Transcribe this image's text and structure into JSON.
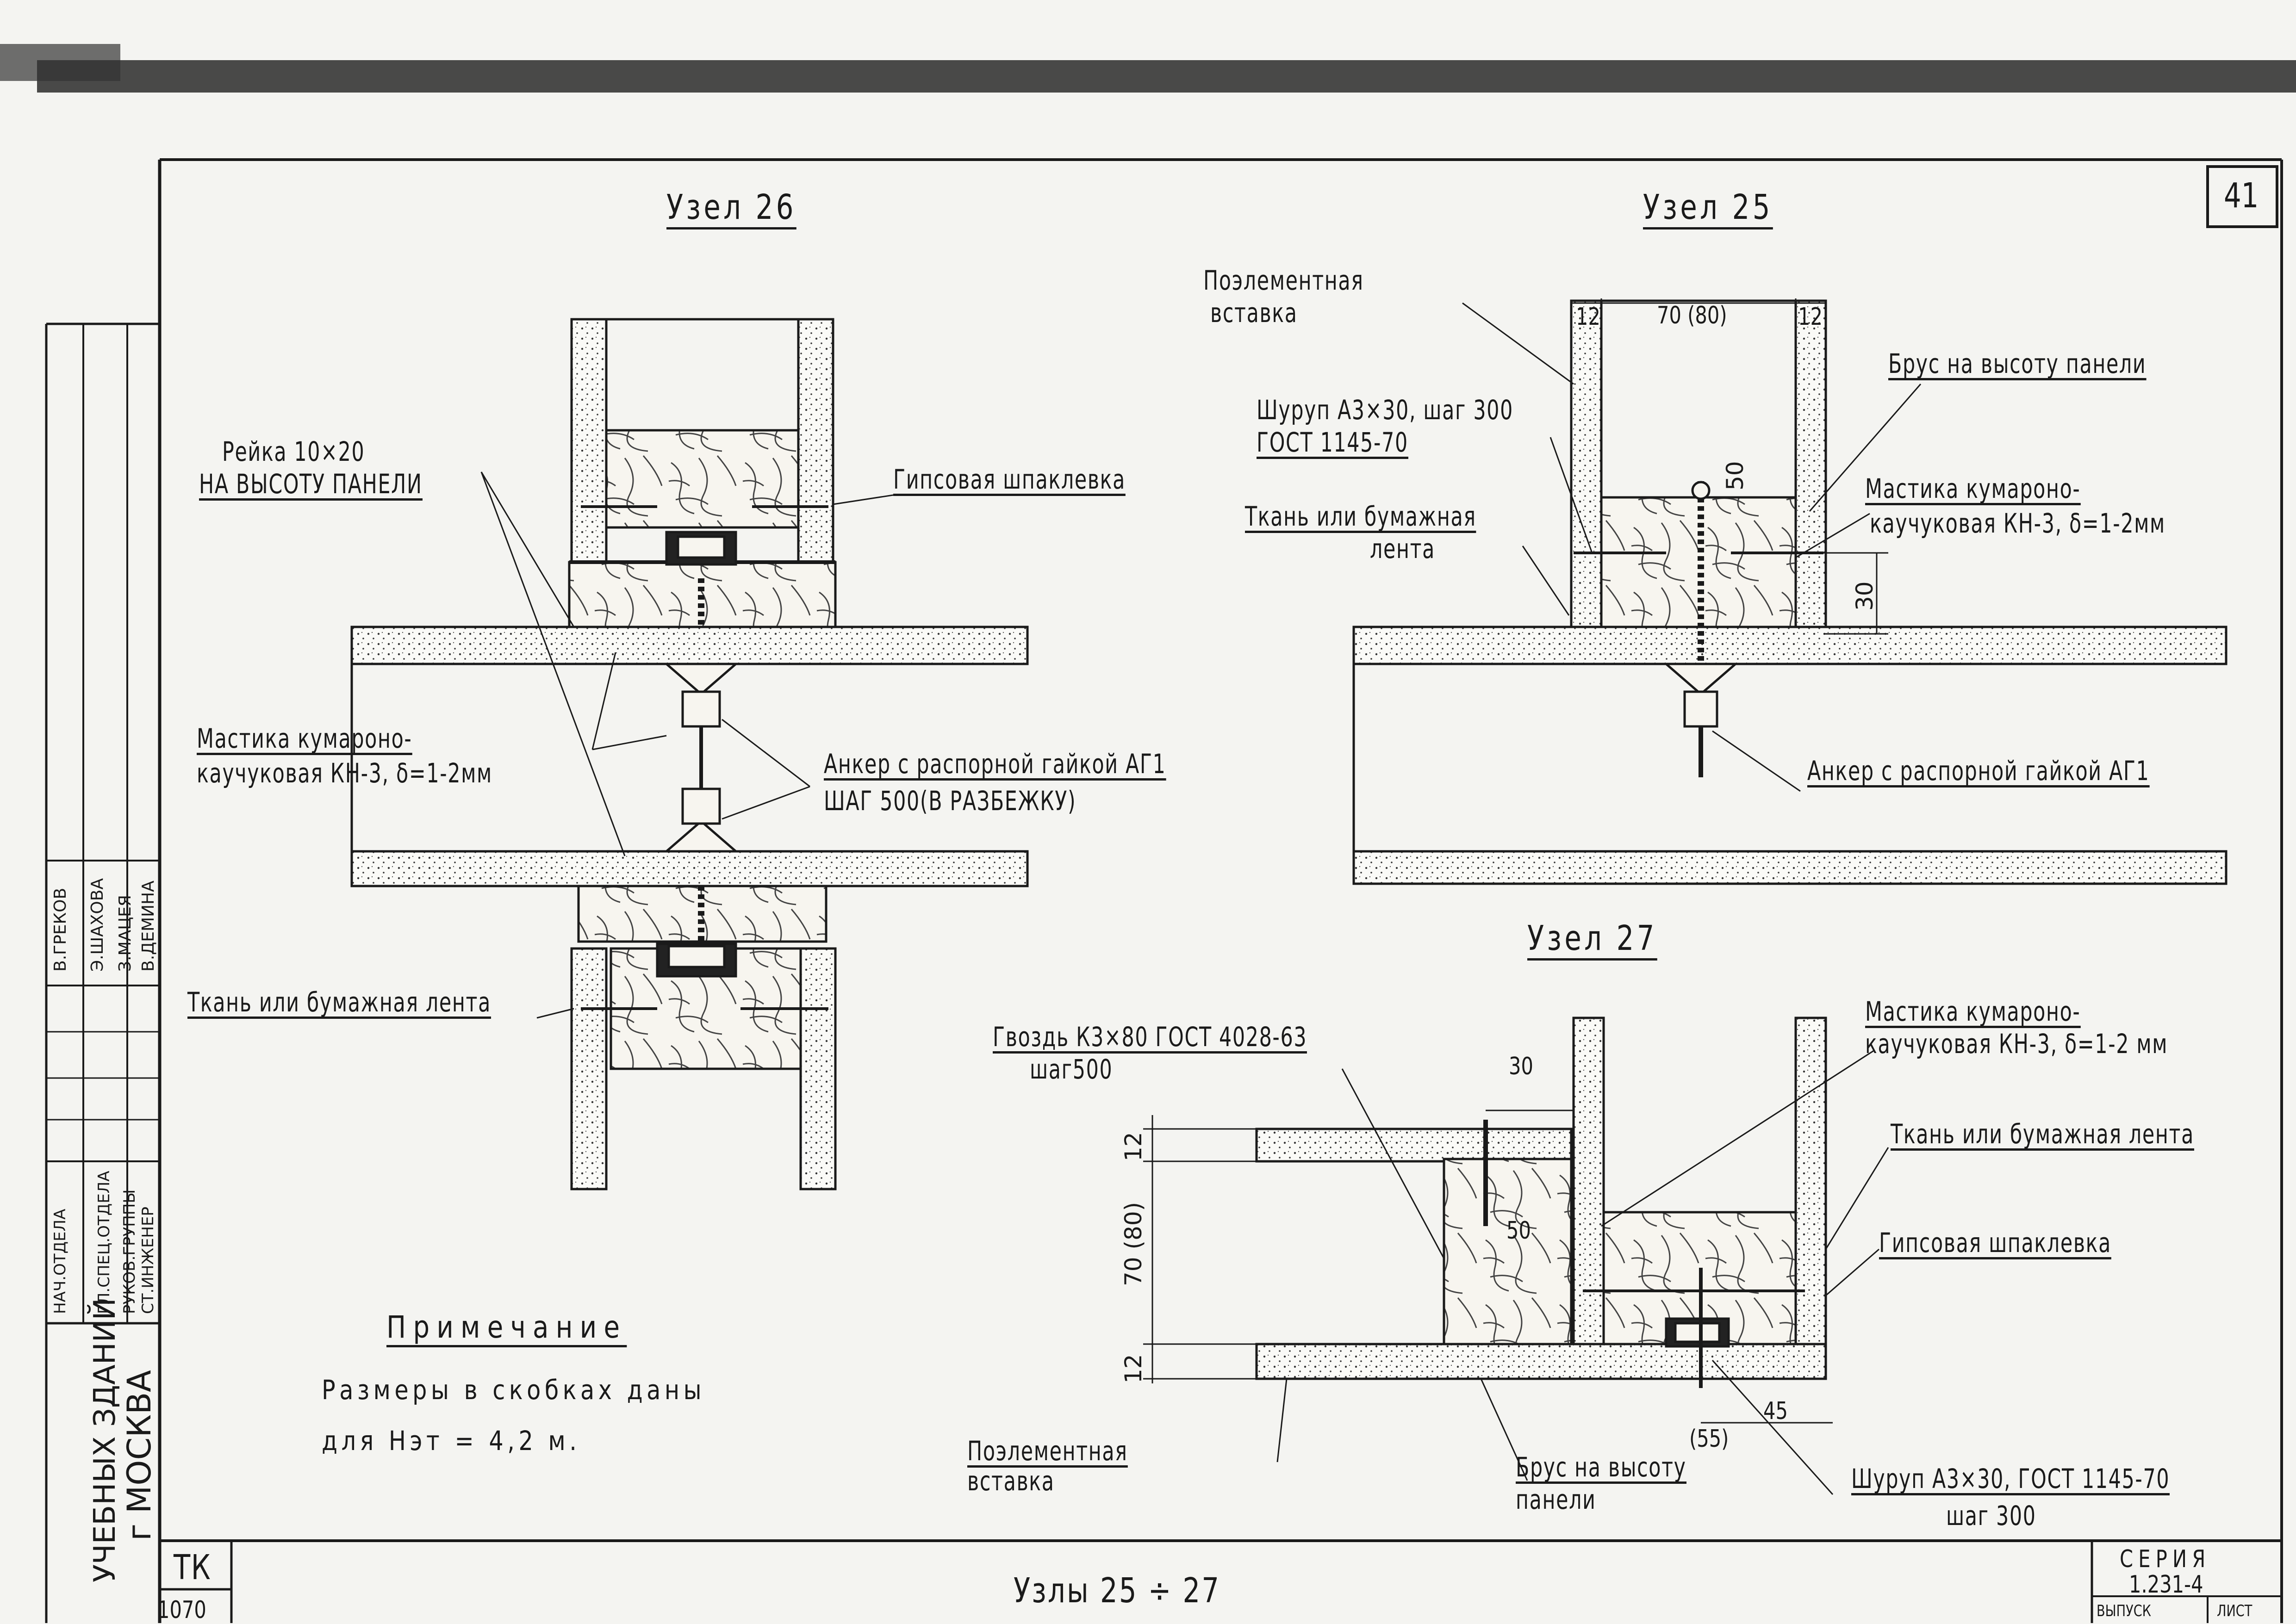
{
  "sheet": {
    "page_number": "41",
    "title": "Узлы 25 ÷ 27",
    "stamp_tk": "ТК",
    "stamp_num": "1070",
    "series_label": "СЕРИЯ",
    "series_value": "1.231-4",
    "issue_label": "ВЫПУСК",
    "sheet_label": "ЛИСТ",
    "org_line1": "УЧЕБНЫХ ЗДАНИЙ",
    "org_line2": "г МОСКВА",
    "roles": [
      "НАЧ.ОТДЕЛА",
      "ГЛ.СПЕЦ.ОТДЕЛА",
      "РУКОВ.ГРУППЫ",
      "СТ.ИНЖЕНЕР"
    ],
    "people": [
      "В.ГРЕКОВ",
      "Э.ШАХОВА",
      "З.МАЦЕЯ",
      "В.ДЕМИНА"
    ]
  },
  "node26": {
    "title": "Узел 26",
    "reika_1": "Рейка 10×20",
    "reika_2": "НА ВЫСОТУ ПАНЕЛИ",
    "gips": "Гипсовая шпаклевка",
    "mastika_1": "Мастика кумароно-",
    "mastika_2": "каучуковая КН-3, δ=1-2мм",
    "anker_1": "Анкер с распорной гайкой АГ1",
    "anker_2": "ШАГ 500(В РАЗБЕЖКУ)",
    "tkan": "Ткань или бумажная лента"
  },
  "node25": {
    "title": "Узел 25",
    "vstavka_1": "Поэлементная",
    "vstavka_2": "вставка",
    "dim_12a": "12",
    "dim_70": "70 (80)",
    "dim_12b": "12",
    "brus": "Брус на высоту панели",
    "shurup_1": "Шуруп А3×30, шаг 300",
    "shurup_2": "ГОСТ 1145-70",
    "mastika_1": "Мастика кумароно-",
    "mastika_2": "каучуковая КН-3, δ=1-2мм",
    "tkan_1": "Ткань или бумажная",
    "tkan_2": "лента",
    "dim_50": "50",
    "dim_30": "30",
    "anker": "Анкер с распорной гайкой АГ1"
  },
  "node27": {
    "title": "Узел 27",
    "gvozd_1": "Гвоздь К3×80 ГОСТ 4028-63",
    "gvozd_2": "шаг500",
    "dim_30": "30",
    "dim_12a": "12",
    "dim_70": "70 (80)",
    "dim_12b": "12",
    "dim_50": "50",
    "mastika_1": "Мастика кумароно-",
    "mastika_2": "каучуковая КН-3, δ=1-2 мм",
    "tkan": "Ткань или бумажная лента",
    "gips": "Гипсовая шпаклевка",
    "dim_45": "45",
    "dim_55": "(55)",
    "vstavka_1": "Поэлементная",
    "vstavka_2": "вставка",
    "brus_1": "Брус на высоту",
    "brus_2": "панели",
    "shurup_1": "Шуруп А3×30, ГОСТ 1145-70",
    "shurup_2": "шаг 300"
  },
  "note": {
    "heading": "Примечание",
    "line1": "Размеры в скобках даны",
    "line2": "для Нэт = 4,2 м."
  }
}
